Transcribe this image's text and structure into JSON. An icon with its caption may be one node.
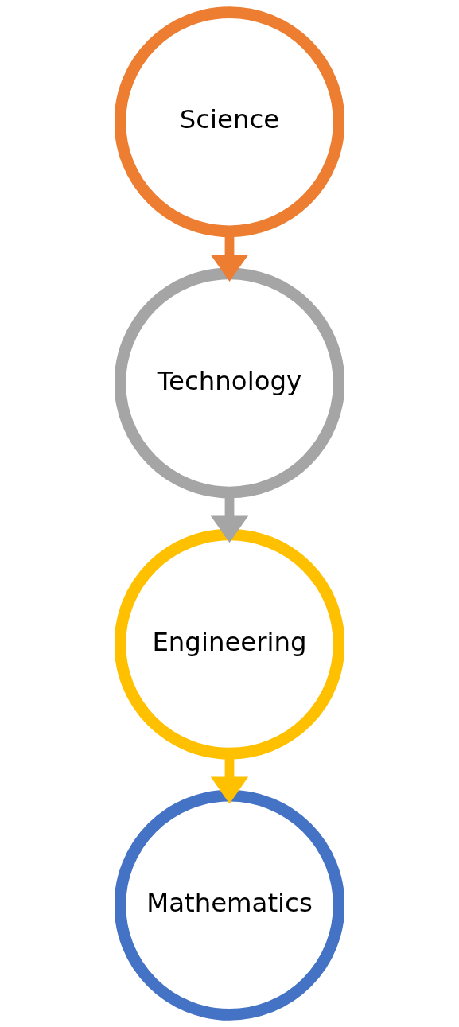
{
  "diagram": {
    "nodes": [
      {
        "text": [
          "Science"
        ]
      },
      {
        "text": [
          "Technology"
        ]
      },
      {
        "text": [
          "Engineering"
        ]
      },
      {
        "text": [
          "Mathematics"
        ]
      }
    ],
    "edges": [
      {
        "from": 0,
        "to": 1,
        "arrow": "to",
        "color": "#ed7d31"
      },
      {
        "from": 1,
        "to": 2,
        "arrow": "to",
        "color": "#a5a5a5"
      },
      {
        "from": 2,
        "to": 3,
        "arrow": "to",
        "color": "#ffc000"
      }
    ]
  }
}
